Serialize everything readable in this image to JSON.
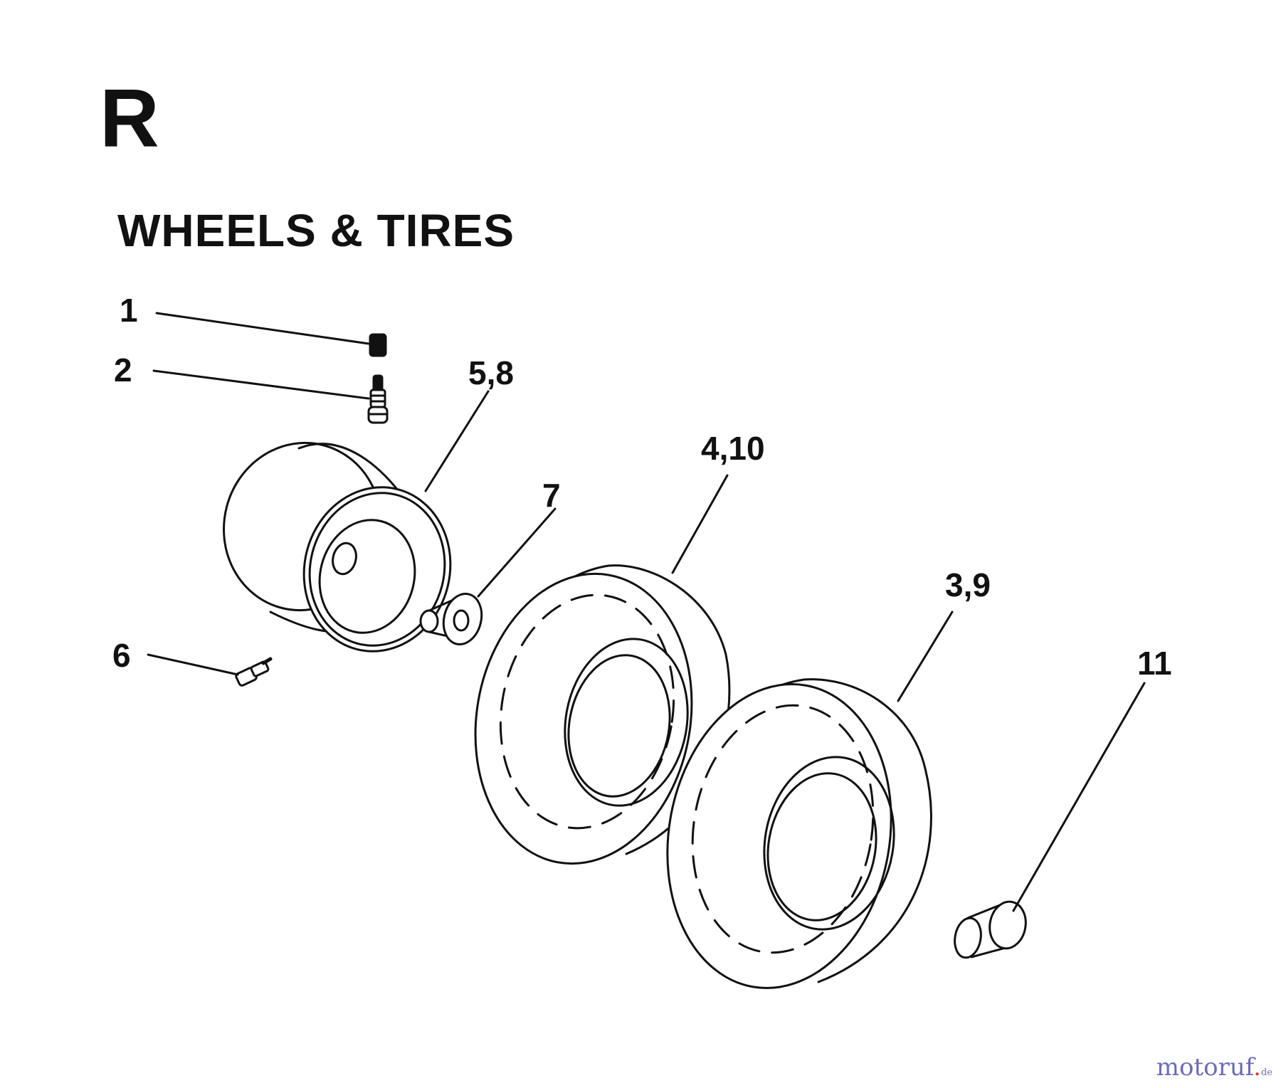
{
  "diagram": {
    "section_letter": "R",
    "section_title": "WHEELS & TIRES",
    "callouts": {
      "c1": "1",
      "c2": "2",
      "c5_8": "5,8",
      "c7": "7",
      "c4_10": "4,10",
      "c6": "6",
      "c3_9": "3,9",
      "c11": "11"
    }
  },
  "watermark": {
    "main": "motoruf",
    "dot": ".",
    "suffix": "de",
    "colors": {
      "main": "#6b6bb8",
      "dot": "#d4412a"
    }
  }
}
